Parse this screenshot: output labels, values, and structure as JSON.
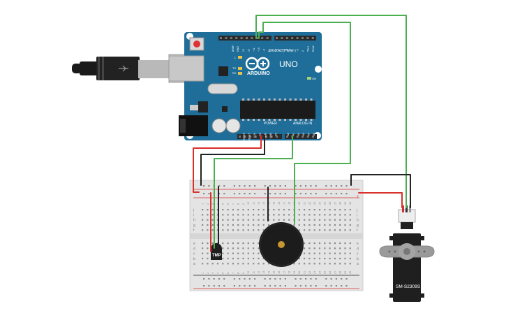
{
  "arduino": {
    "brand": "ARDUINO",
    "model": "UNO",
    "digital_label": "DIGITAL (PWM~)",
    "power_label": "POWER",
    "analog_label": "ANALOG IN",
    "aref": "AREF",
    "gnd": "GND",
    "on_label": "ON",
    "tx": "TX",
    "rx": "RX",
    "l_label": "L",
    "digital_pins": [
      "13",
      "12",
      "~11",
      "~10",
      "~9",
      "8",
      "7",
      "~6",
      "~5",
      "4",
      "~3",
      "2",
      "TX▸1",
      "RX◂0"
    ],
    "power_pins": [
      "IOREF",
      "RESET",
      "3.3V",
      "5V",
      "GND",
      "GND",
      "Vin"
    ],
    "analog_pins": [
      "A0",
      "A1",
      "A2",
      "A3",
      "A4",
      "A5"
    ]
  },
  "sensor": {
    "label": "TMP"
  },
  "servo": {
    "label": "SM-S2309S"
  },
  "breadboard": {
    "col_numbers": [
      "1",
      "2",
      "3",
      "4",
      "5",
      "6",
      "7",
      "8",
      "9",
      "10",
      "11",
      "12",
      "13",
      "14",
      "15",
      "16",
      "17",
      "18",
      "19",
      "20",
      "21",
      "22",
      "23",
      "24",
      "25",
      "26",
      "27",
      "28",
      "29",
      "30"
    ],
    "top_rows": [
      "j",
      "i",
      "h",
      "g",
      "f"
    ],
    "bottom_rows": [
      "e",
      "d",
      "c",
      "b",
      "a"
    ],
    "plus": "+",
    "minus": "-"
  },
  "colors": {
    "board": "#1f6e99",
    "breadboard": "#e4e4e4",
    "wire_red": "#d9302c",
    "wire_black": "#222222",
    "wire_green": "#4caf50",
    "header": "#2a2a2a"
  }
}
